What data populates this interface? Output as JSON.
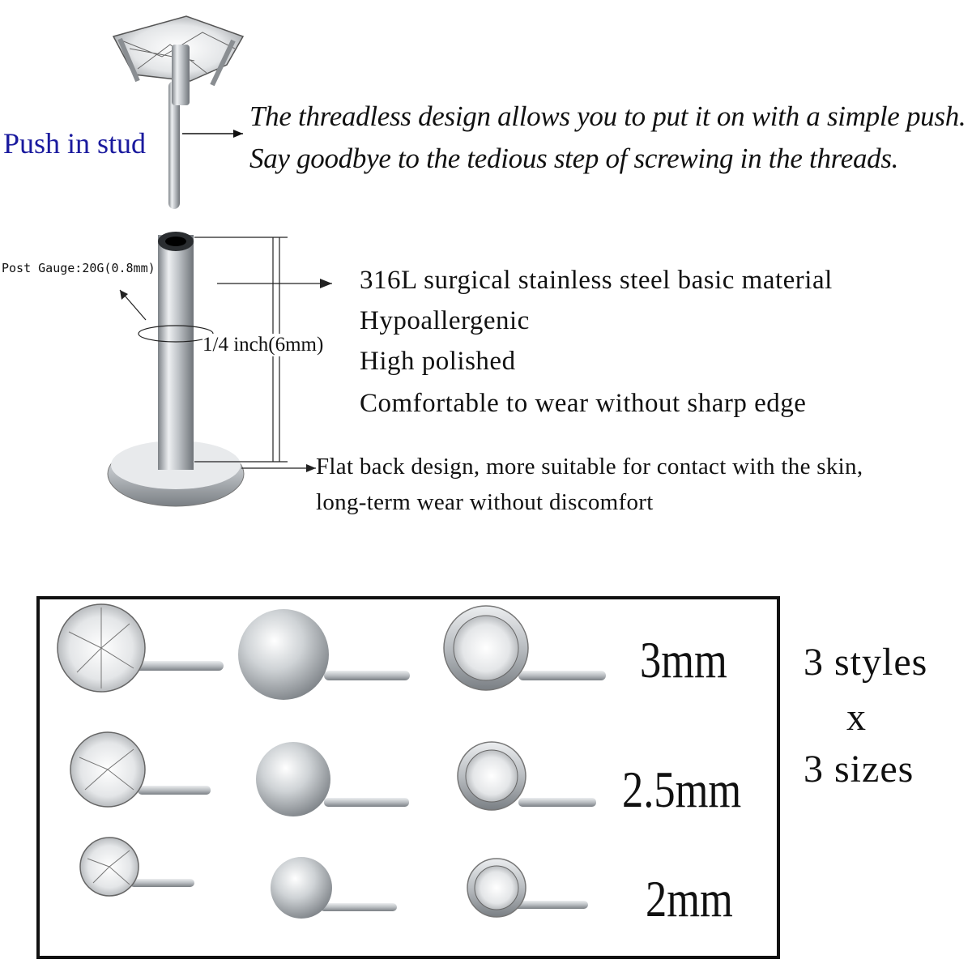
{
  "push_stud": {
    "label": "Push in stud",
    "description_line1": "The threadless design allows you to put it on with a simple push.",
    "description_line2": "Say goodbye to the tedious step of screwing in the threads."
  },
  "labret": {
    "post_gauge": "Post Gauge:20G(0.8mm)",
    "length": "1/4 inch(6mm)",
    "features": [
      "316L surgical stainless steel basic material",
      "Hypoallergenic",
      "High polished",
      "Comfortable to wear without sharp edge"
    ],
    "flat_back_line1": "Flat back design, more suitable for contact with the skin,",
    "flat_back_line2": "long-term wear without discomfort"
  },
  "sizes": [
    "3mm",
    "2.5mm",
    "2mm"
  ],
  "styles": {
    "line1": "3 styles",
    "line2": "x",
    "line3": "3 sizes"
  },
  "colors": {
    "push_label": "#1a1a9e",
    "text": "#111111",
    "steel": "#c8ccd0"
  }
}
